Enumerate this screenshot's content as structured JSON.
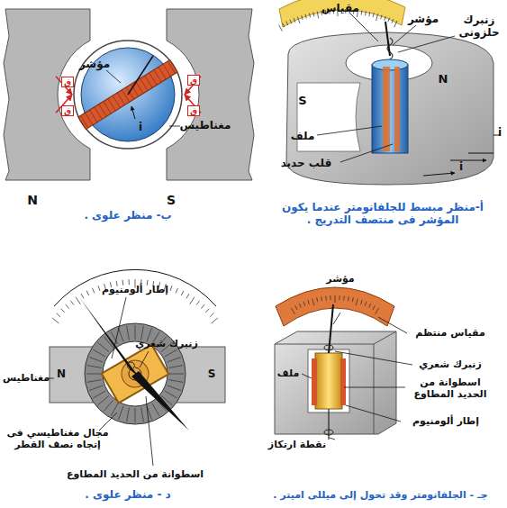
{
  "diagram": {
    "labels": [
      "مقياس",
      "مؤشر",
      "زنبرك حلزونى",
      "N",
      "S",
      "ملف",
      "قلب حديد",
      "i",
      "i",
      "أ-منظر مبسط للجلفانومتر عندما يكون المؤشر فى منتصف التدريج .",
      "مؤشر",
      "i",
      "مغناطيس",
      "N",
      "S",
      "ب- منظر علوى .",
      "ق",
      "ق",
      "ق",
      "ق",
      "إطار ألومنيوم",
      "زنبرك شعري",
      "مغناطيس",
      "N",
      "S",
      "مجال مغناطيسي فى إتجاه نصف القطر",
      "اسطوانة من الحديد المطاوع",
      "د - منظر علوى .",
      "مؤشر",
      "مقياس منتظم",
      "زنبرك شعري",
      "ملف",
      "اسطوانة من الحديد المطاوع",
      "إطار ألومنيوم",
      "نقطة ارتكاز",
      "جـ - الجلفانومتر وقد تحول إلى ميللى اميتر ."
    ]
  }
}
